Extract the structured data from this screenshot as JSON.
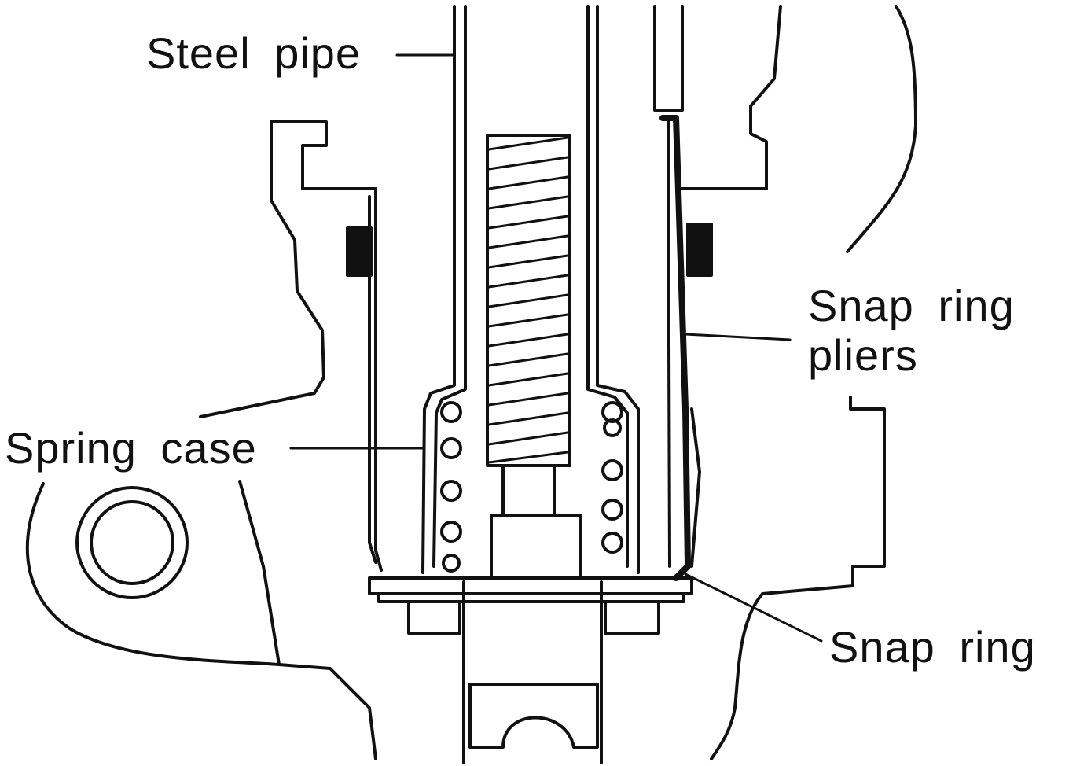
{
  "labels": {
    "steel_pipe": "Steel pipe",
    "snap_ring_pliers_line1": "Snap ring",
    "snap_ring_pliers_line2": "pliers",
    "spring_case": "Spring case",
    "snap_ring": "Snap ring"
  },
  "colors": {
    "ink": "#111111",
    "background": "#ffffff"
  }
}
